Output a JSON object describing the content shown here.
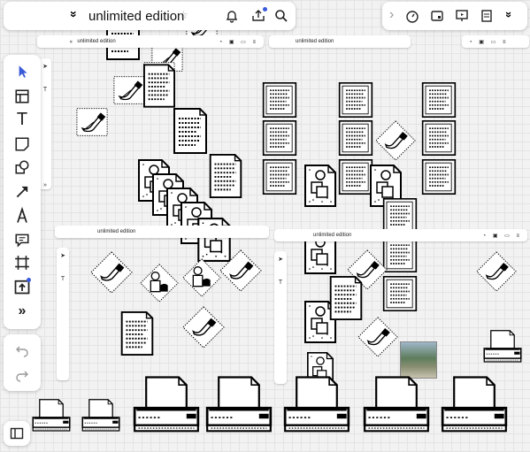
{
  "board": {
    "title": "unlimited edition"
  },
  "mini_boards": [
    {
      "title": "unlimited edition"
    },
    {
      "title": "unlimited edition"
    },
    {
      "title": "unlimited edition"
    },
    {
      "title": "unlimited edition"
    }
  ],
  "toolbar_left": {
    "tools": [
      "select",
      "frame-template",
      "text",
      "sticky-note",
      "shapes",
      "pen-arrow",
      "pen",
      "comment",
      "frame",
      "upload",
      "more"
    ]
  },
  "glyphs": {
    "chevron_down": "»",
    "more": "»",
    "text_tool": "T",
    "chevron_right": "›"
  },
  "colors": {
    "accent": "#3a5bd9",
    "background": "#f2f2f2"
  }
}
